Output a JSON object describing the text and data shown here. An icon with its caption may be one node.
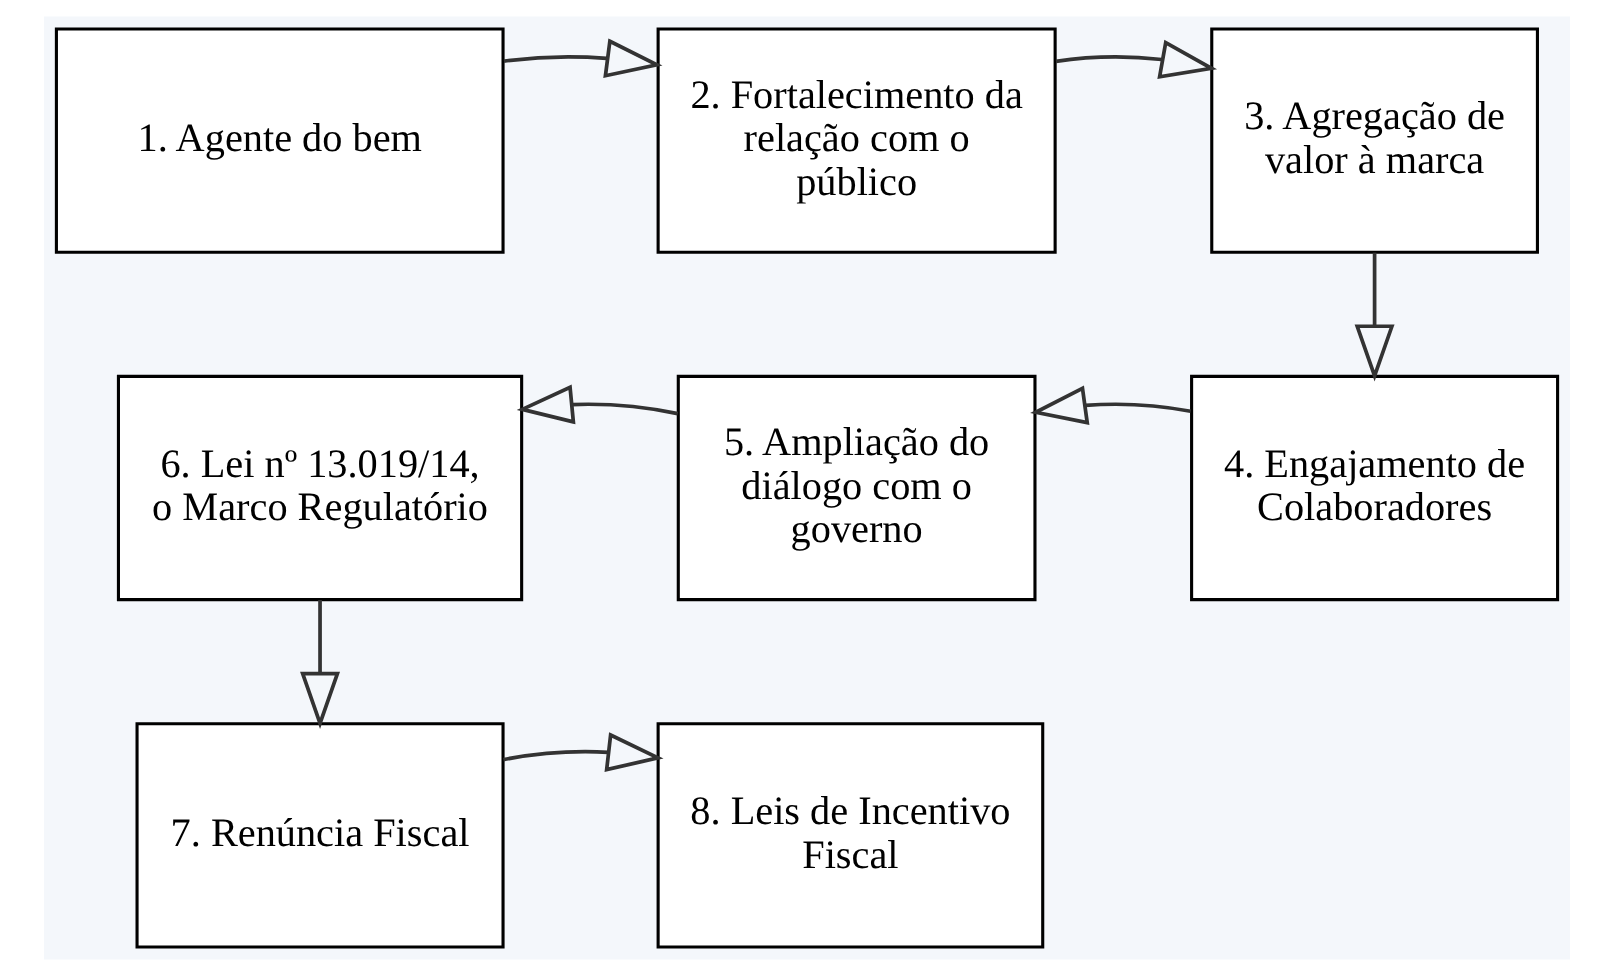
{
  "diagram": {
    "nodes": [
      {
        "text": [
          "1. Agente do bem"
        ]
      },
      {
        "text": [
          "2. Fortalecimento da relação com o público"
        ]
      },
      {
        "text": [
          "3. Agregação de valor à marca"
        ]
      },
      {
        "text": [
          "4. Engajamento de Colaboradores"
        ]
      },
      {
        "text": [
          "5. Ampliação do diálogo com o governo"
        ]
      },
      {
        "text": [
          "6. Lei nº 13.019/14, o Marco Regulatório"
        ]
      },
      {
        "text": [
          "7. Renúncia Fiscal"
        ]
      },
      {
        "text": [
          "8. Leis de Incentivo Fiscal"
        ]
      }
    ],
    "edges": [
      {
        "from": 0,
        "to": 1,
        "arrow": "to"
      },
      {
        "from": 1,
        "to": 2,
        "arrow": "to"
      },
      {
        "from": 2,
        "to": 3,
        "arrow": "to"
      },
      {
        "from": 3,
        "to": 4,
        "arrow": "to"
      },
      {
        "from": 4,
        "to": 5,
        "arrow": "to"
      },
      {
        "from": 5,
        "to": 6,
        "arrow": "to"
      },
      {
        "from": 6,
        "to": 7,
        "arrow": "to"
      }
    ]
  }
}
